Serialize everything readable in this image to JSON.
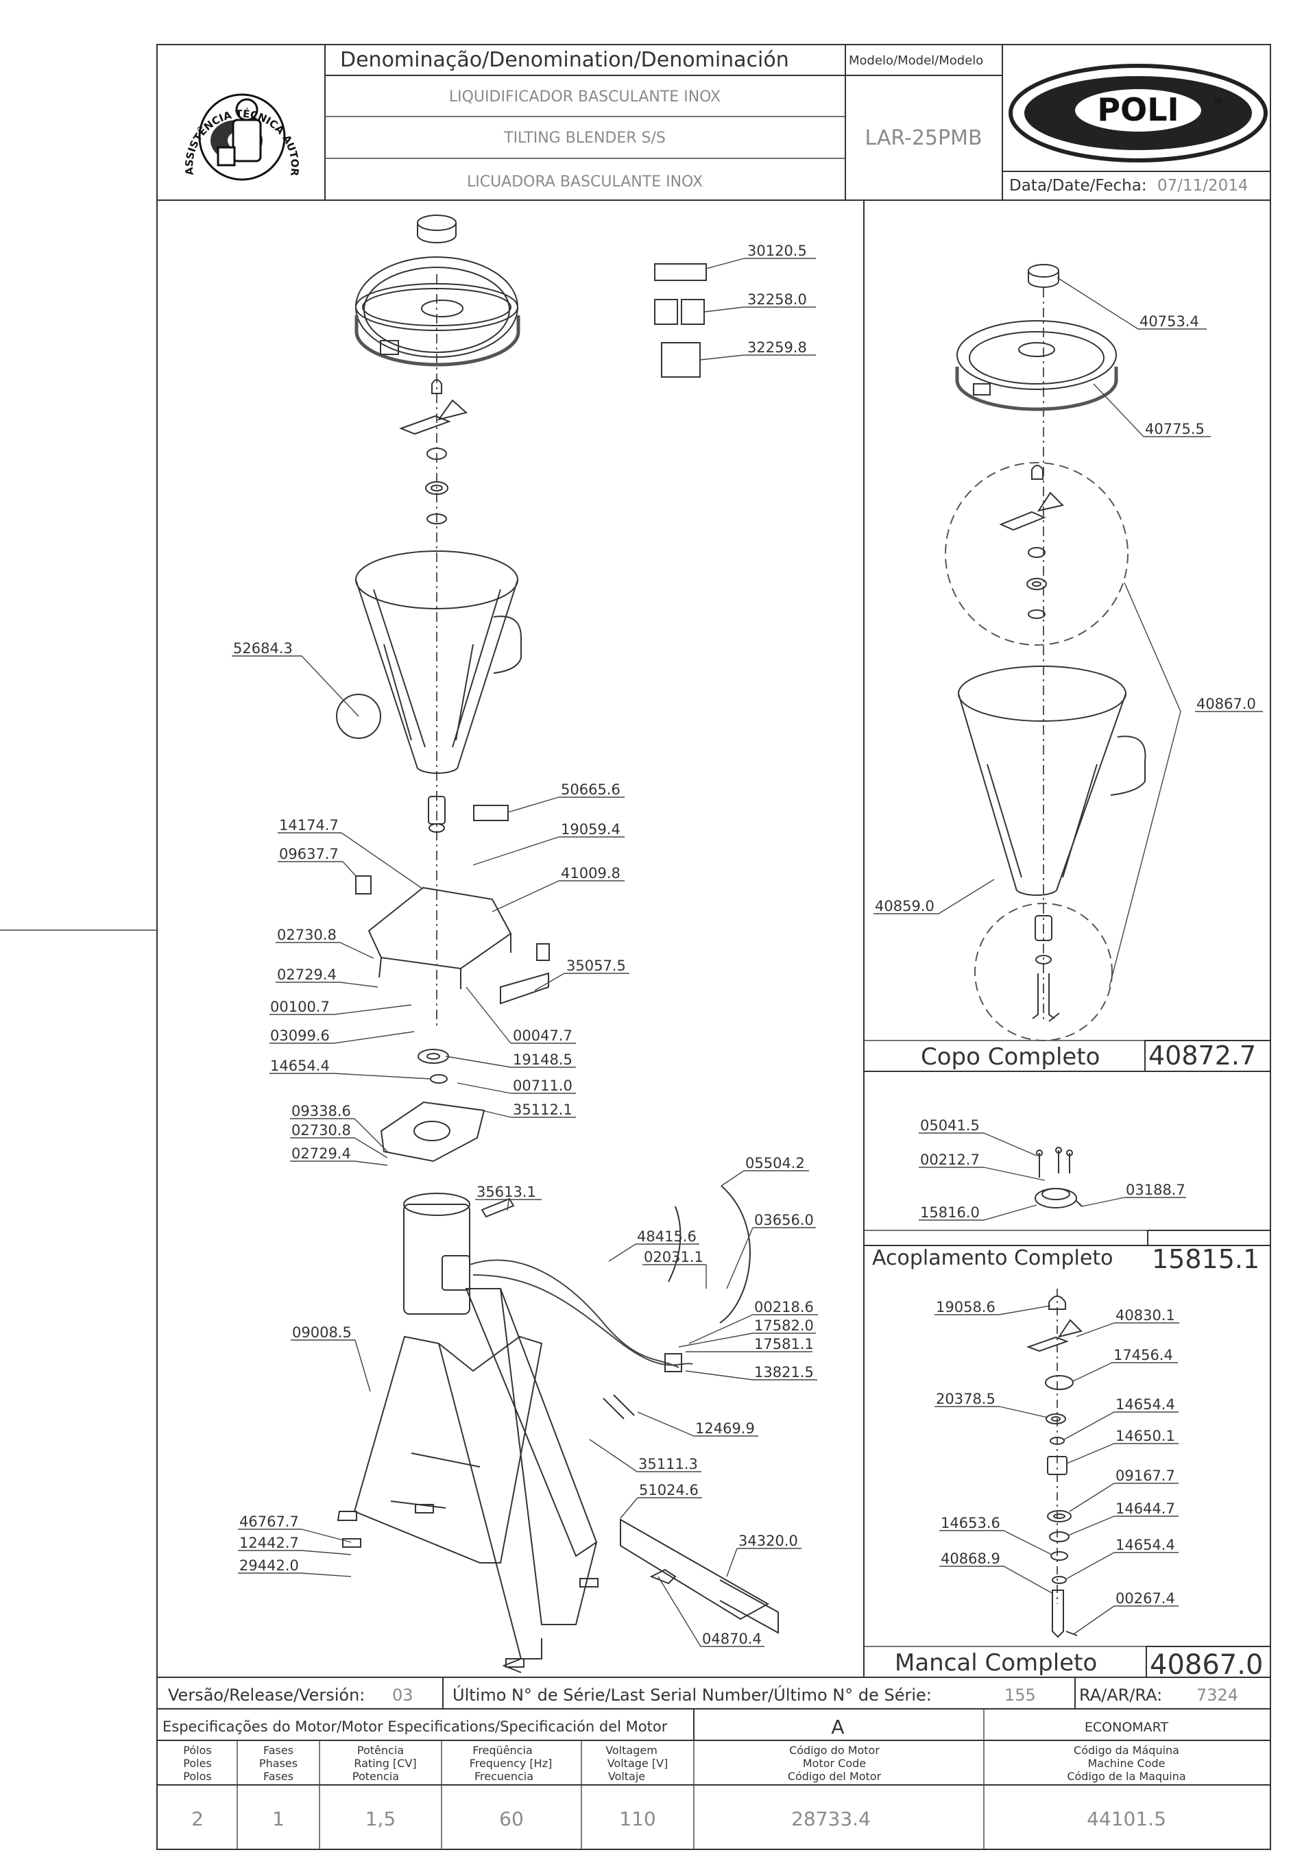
{
  "title_block": {
    "denomination_header": "Denominação/Denomination/Denominación",
    "model_header": "Modelo/Model/Modelo",
    "names": [
      "LIQUIDIFICADOR BASCULANTE INOX",
      "TILTING BLENDER S/S",
      "LICUADORA BASCULANTE INOX"
    ],
    "model": "LAR-25PMB",
    "date_label": "Data/Date/Fecha:",
    "date": "07/11/2014",
    "brand": "POLI",
    "registered": "®",
    "seal_text": "ASSISTÊNCIA TÉCNICA AUTORIZADA"
  },
  "main_parts": [
    "30120.5",
    "32258.0",
    "32259.8",
    "52684.3",
    "50665.6",
    "14174.7",
    "19059.4",
    "09637.7",
    "41009.8",
    "02730.8",
    "02729.4",
    "35057.5",
    "00100.7",
    "03099.6",
    "00047.7",
    "19148.5",
    "14654.4",
    "00711.0",
    "09338.6",
    "02730.8",
    "35112.1",
    "02729.4",
    "05504.2",
    "35613.1",
    "03656.0",
    "48415.6",
    "02031.1",
    "09008.5",
    "00218.6",
    "17582.0",
    "17581.1",
    "13821.5",
    "12469.9",
    "35111.3",
    "51024.6",
    "46767.7",
    "12442.7",
    "34320.0",
    "29442.0",
    "04870.4"
  ],
  "copo": {
    "parts": [
      "40753.4",
      "40775.5",
      "40867.0",
      "40859.0"
    ],
    "title": "Copo  Completo",
    "code": "40872.7"
  },
  "acoplamento": {
    "parts": [
      "05041.5",
      "00212.7",
      "03188.7",
      "15816.0"
    ],
    "title": "Acoplamento  Completo",
    "code": "15815.1"
  },
  "mancal": {
    "parts": [
      "19058.6",
      "40830.1",
      "17456.4",
      "20378.5",
      "14654.4",
      "14650.1",
      "09167.7",
      "14644.7",
      "14653.6",
      "14654.4",
      "40868.9",
      "00267.4"
    ],
    "title": "Mancal  Completo",
    "code": "40867.0"
  },
  "release_row": {
    "version_label": "Versão/Release/Versión:",
    "version": "03",
    "serial_label": "Último N° de Série/Last Serial Number/Último N° de Série:",
    "serial": "155",
    "ra_label": "RA/AR/RA:",
    "ra": "7324"
  },
  "motor_spec": {
    "header": "Especificações do Motor/Motor Especifications/Specificación del Motor",
    "class": "A",
    "distributor": "ECONOMART",
    "col_headers": [
      [
        "Pólos",
        "Poles",
        "Polos"
      ],
      [
        "Fases",
        "Phases",
        "Fases"
      ],
      [
        "Potência",
        "Rating [CV]",
        "Potencia"
      ],
      [
        "Freqüência",
        "Frequency [Hz]",
        "Frecuencia"
      ],
      [
        "Voltagem",
        "Voltage [V]",
        "Voltaje"
      ],
      [
        "Código do Motor",
        "Motor Code",
        "Código del Motor"
      ],
      [
        "Código da Máquina",
        "Machine Code",
        "Código de la Maquina"
      ]
    ],
    "values": [
      "2",
      "1",
      "1,5",
      "60",
      "110",
      "28733.4",
      "44101.5"
    ]
  }
}
